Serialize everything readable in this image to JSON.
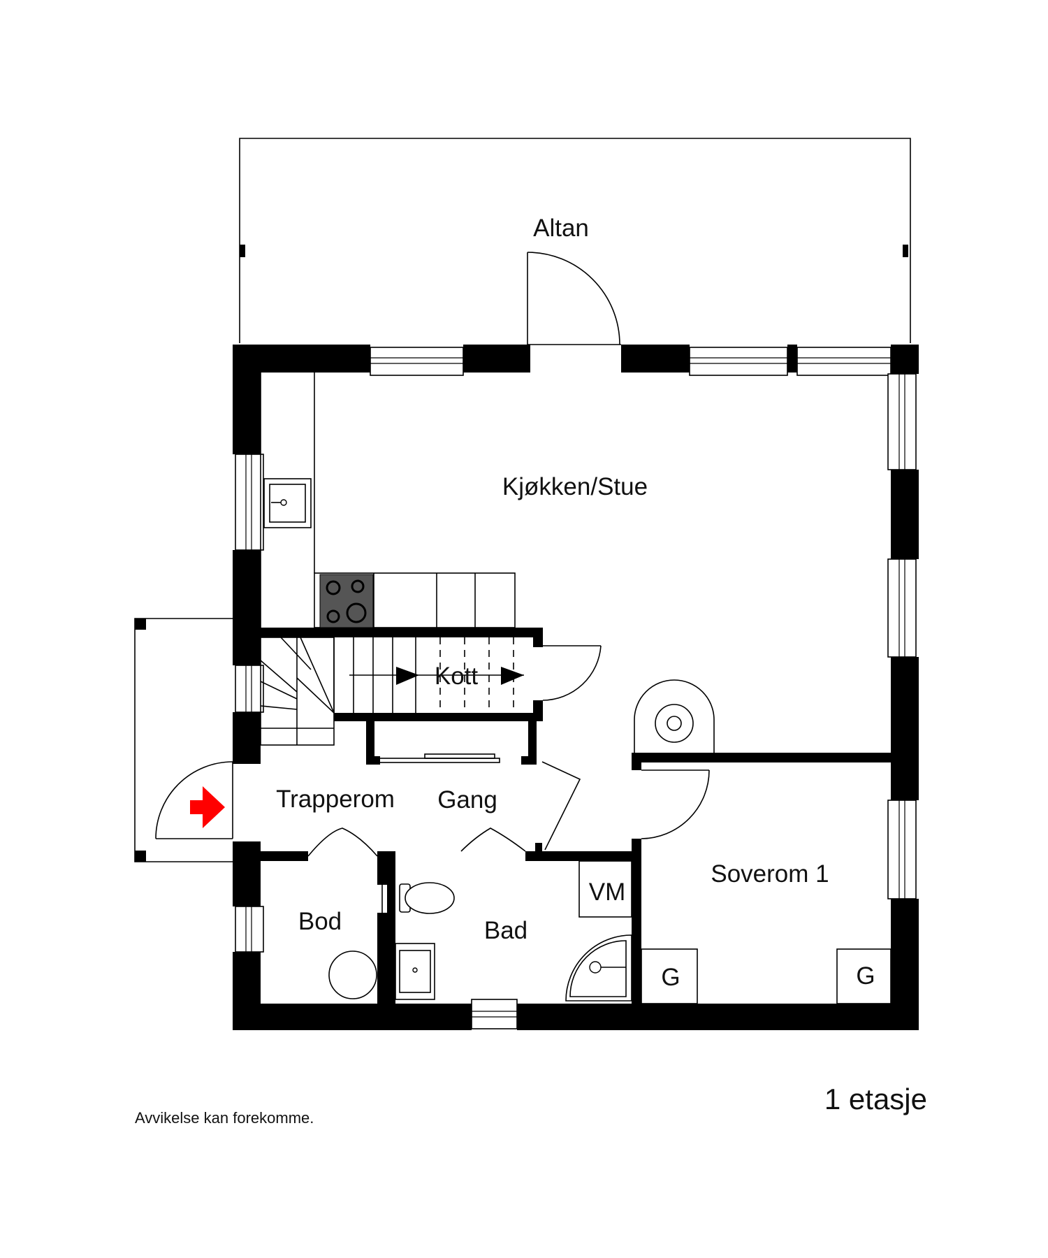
{
  "rooms": {
    "altan": "Altan",
    "kjokken_stue": "Kjøkken/Stue",
    "kott": "Kott",
    "trapperom": "Trapperom",
    "gang": "Gang",
    "bod": "Bod",
    "bad": "Bad",
    "vm": "VM",
    "soverom_1": "Soverom 1",
    "garderobe_left": "G",
    "garderobe_right": "G"
  },
  "floor_label": "1 etasje",
  "disclaimer": "Avvikelse kan forekomme.",
  "colors": {
    "wall": "#000000",
    "entrance_arrow": "#ff0000",
    "stove": "#555555"
  },
  "icons": [
    "entrance-arrow-icon",
    "sink-icon",
    "stove-icon",
    "toilet-icon",
    "shower-icon",
    "fireplace-icon",
    "water-heater-icon"
  ]
}
